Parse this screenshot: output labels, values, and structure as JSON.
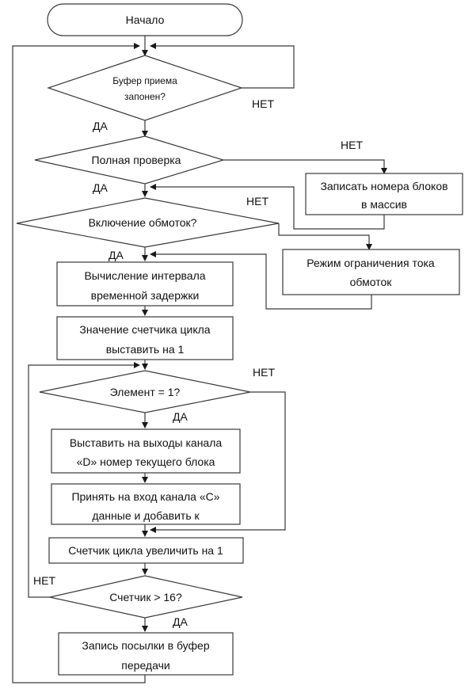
{
  "diagram": {
    "type": "flowchart",
    "nodes": {
      "start": {
        "kind": "terminal",
        "lines": [
          "Начало"
        ]
      },
      "buffer_full": {
        "kind": "decision",
        "lines": [
          "Буфер приема",
          "запонен?"
        ]
      },
      "full_check": {
        "kind": "decision",
        "lines": [
          "Полная проверка"
        ]
      },
      "write_blocks": {
        "kind": "process",
        "lines": [
          "Записать номера блоков",
          "в массив"
        ]
      },
      "windings_on": {
        "kind": "decision",
        "lines": [
          "Включение обмоток?"
        ]
      },
      "current_limit": {
        "kind": "process",
        "lines": [
          "Режим ограничения тока",
          "обмоток"
        ]
      },
      "calc_interval": {
        "kind": "process",
        "lines": [
          "Вычисление интервала",
          "временной задержки"
        ]
      },
      "set_counter": {
        "kind": "process",
        "lines": [
          "Значение счетчика цикла",
          "выставить на 1"
        ]
      },
      "element_eq_1": {
        "kind": "decision",
        "lines": [
          "Элемент = 1?"
        ]
      },
      "output_d": {
        "kind": "process",
        "lines": [
          "Выставить на выходы канала",
          "«D» номер текущего блока"
        ]
      },
      "input_c": {
        "kind": "process",
        "lines": [
          "Принять на вход канала «С»",
          "данные и добавить к"
        ]
      },
      "inc_counter": {
        "kind": "process",
        "lines": [
          "Счетчик цикла увеличить на 1"
        ]
      },
      "counter_gt_16": {
        "kind": "decision",
        "lines": [
          "Счетчик > 16?"
        ]
      },
      "write_packet": {
        "kind": "process",
        "lines": [
          "Запись посылки в буфер",
          "передачи"
        ]
      }
    },
    "labels": {
      "buffer_full_no": "НЕТ",
      "buffer_full_yes": "ДА",
      "full_check_no": "НЕТ",
      "full_check_yes": "ДА",
      "windings_no": "НЕТ",
      "windings_yes": "ДА",
      "element_no": "НЕТ",
      "element_yes": "ДА",
      "counter_no": "НЕТ",
      "counter_yes": "ДА"
    },
    "edges": [
      {
        "from": "start",
        "to": "buffer_full"
      },
      {
        "from": "buffer_full",
        "to": "buffer_full",
        "label": "НЕТ"
      },
      {
        "from": "buffer_full",
        "to": "full_check",
        "label": "ДА"
      },
      {
        "from": "full_check",
        "to": "write_blocks",
        "label": "НЕТ"
      },
      {
        "from": "full_check",
        "to": "windings_on",
        "label": "ДА"
      },
      {
        "from": "write_blocks",
        "to": "windings_on"
      },
      {
        "from": "windings_on",
        "to": "current_limit",
        "label": "НЕТ"
      },
      {
        "from": "windings_on",
        "to": "calc_interval",
        "label": "ДА"
      },
      {
        "from": "current_limit",
        "to": "calc_interval"
      },
      {
        "from": "calc_interval",
        "to": "set_counter"
      },
      {
        "from": "set_counter",
        "to": "element_eq_1"
      },
      {
        "from": "element_eq_1",
        "to": "output_d",
        "label": "ДА"
      },
      {
        "from": "element_eq_1",
        "to": "inc_counter",
        "label": "НЕТ"
      },
      {
        "from": "output_d",
        "to": "input_c"
      },
      {
        "from": "input_c",
        "to": "inc_counter"
      },
      {
        "from": "inc_counter",
        "to": "counter_gt_16"
      },
      {
        "from": "counter_gt_16",
        "to": "element_eq_1",
        "label": "НЕТ"
      },
      {
        "from": "counter_gt_16",
        "to": "write_packet",
        "label": "ДА"
      },
      {
        "from": "write_packet",
        "to": "buffer_full"
      }
    ]
  }
}
